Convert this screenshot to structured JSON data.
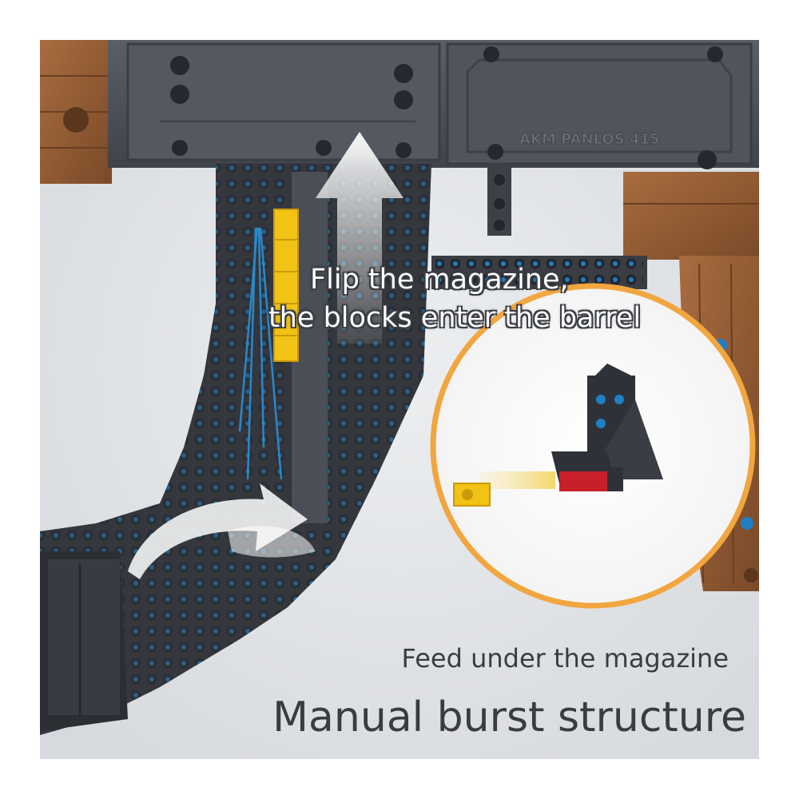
{
  "image": {
    "engraving": "AKM PANLOS 415",
    "overlay_line1": "Flip the magazine,",
    "overlay_line2": "the blocks enter the barrel",
    "feed_caption": "Feed under the magazine",
    "title_caption": "Manual burst structure"
  },
  "colors": {
    "receiver": "#4b4f57",
    "brick_brown": "#8e5a34",
    "magazine_dark": "#2e3137",
    "accent_blue": "#1f7fc4",
    "bullet_yellow": "#f2c214",
    "inset_ring": "#f2a640"
  }
}
